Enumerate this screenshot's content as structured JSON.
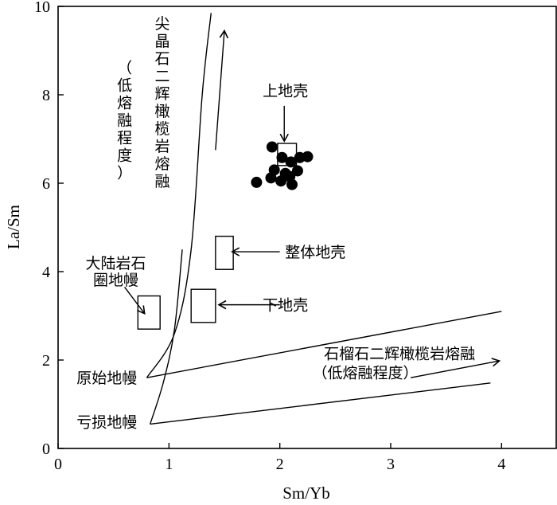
{
  "chart_data": {
    "type": "scatter",
    "xlabel": "Sm/Yb",
    "ylabel": "La/Sm",
    "xlim": [
      0,
      4.5
    ],
    "ylim": [
      0,
      10
    ],
    "xticks": [
      0,
      1,
      2,
      3,
      4
    ],
    "yticks": [
      0,
      2,
      4,
      6,
      8,
      10
    ],
    "grid": false,
    "points": [
      {
        "x": 1.93,
        "y": 6.82
      },
      {
        "x": 1.79,
        "y": 6.02
      },
      {
        "x": 1.92,
        "y": 6.12
      },
      {
        "x": 1.95,
        "y": 6.3
      },
      {
        "x": 2.01,
        "y": 6.05
      },
      {
        "x": 2.02,
        "y": 6.58
      },
      {
        "x": 2.05,
        "y": 6.22
      },
      {
        "x": 2.09,
        "y": 6.15
      },
      {
        "x": 2.1,
        "y": 6.48
      },
      {
        "x": 2.11,
        "y": 5.97
      },
      {
        "x": 2.16,
        "y": 6.28
      },
      {
        "x": 2.18,
        "y": 6.58
      },
      {
        "x": 2.25,
        "y": 6.6
      }
    ],
    "lines": [
      {
        "name": "spinel-melting",
        "x": [
          0.8,
          1.05,
          1.2,
          1.3,
          1.38
        ],
        "y": [
          1.6,
          2.6,
          4.5,
          8.0,
          9.85
        ]
      },
      {
        "name": "spinel-melting-depleted",
        "x": [
          0.83,
          0.95,
          1.05,
          1.12
        ],
        "y": [
          0.55,
          1.5,
          2.7,
          4.5
        ]
      },
      {
        "name": "garnet-melting",
        "x": [
          0.8,
          4.0
        ],
        "y": [
          1.6,
          3.1
        ]
      },
      {
        "name": "garnet-melting-depleted",
        "x": [
          0.83,
          3.9
        ],
        "y": [
          0.55,
          1.48
        ]
      }
    ],
    "arrows": [
      {
        "x": [
          1.42,
          1.5
        ],
        "y": [
          6.75,
          9.45
        ]
      },
      {
        "x": [
          3.18,
          3.98
        ],
        "y": [
          1.6,
          1.98
        ]
      },
      {
        "x": [
          2.04,
          2.04
        ],
        "y": [
          7.75,
          6.95
        ]
      },
      {
        "x": [
          2.0,
          1.57
        ],
        "y": [
          4.45,
          4.45
        ]
      },
      {
        "x": [
          2.0,
          1.45
        ],
        "y": [
          3.25,
          3.25
        ]
      },
      {
        "x": [
          0.6,
          0.78
        ],
        "y": [
          3.65,
          3.05
        ]
      }
    ],
    "boxes": [
      {
        "x": [
          0.72,
          0.92
        ],
        "y": [
          2.7,
          3.45
        ]
      },
      {
        "x": [
          1.2,
          1.42
        ],
        "y": [
          2.85,
          3.6
        ]
      },
      {
        "x": [
          1.42,
          1.58
        ],
        "y": [
          4.05,
          4.8
        ]
      },
      {
        "x": [
          1.98,
          2.15
        ],
        "y": [
          6.4,
          6.9
        ]
      }
    ],
    "annotations": [
      {
        "text": "上地壳",
        "x": 2.05,
        "y": 8.1
      },
      {
        "text": "整体地壳",
        "x": 2.32,
        "y": 4.45
      },
      {
        "text": "下地壳",
        "x": 2.05,
        "y": 3.25
      },
      {
        "text": "大陆岩石",
        "x": 0.52,
        "y": 4.2
      },
      {
        "text": "圈地幔",
        "x": 0.52,
        "y": 3.82
      },
      {
        "text": "原始地幔",
        "x": 0.44,
        "y": 1.6
      },
      {
        "text": "亏损地幔",
        "x": 0.44,
        "y": 0.6
      },
      {
        "text": "尖晶石二辉橄榄岩熔融",
        "x": 0.94,
        "y": 9.5,
        "vertical": true
      },
      {
        "text": "（低熔融程度）",
        "x": 0.6,
        "y": 8.5,
        "vertical": true
      },
      {
        "text": "石榴石二辉橄榄岩熔融",
        "x": 3.08,
        "y": 2.15
      },
      {
        "text": "（低熔融程度）",
        "x": 2.77,
        "y": 1.72
      }
    ]
  }
}
